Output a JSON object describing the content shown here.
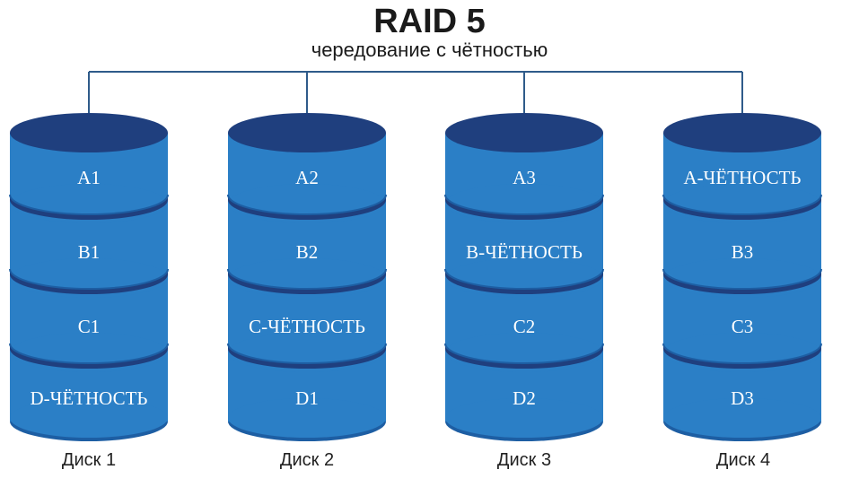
{
  "header": {
    "title": "RAID 5",
    "subtitle": "чередование с чётностью"
  },
  "colors": {
    "body": "#2b7fc6",
    "top": "#1f3f7e",
    "bottom": "#1d5ea3",
    "line": "#2f5b8a"
  },
  "disks": [
    {
      "caption": "Диск 1",
      "segments": [
        "A1",
        "B1",
        "C1",
        "D-ЧЁТНОСТЬ"
      ]
    },
    {
      "caption": "Диск 2",
      "segments": [
        "A2",
        "B2",
        "C-ЧЁТНОСТЬ",
        "D1"
      ]
    },
    {
      "caption": "Диск 3",
      "segments": [
        "A3",
        "B-ЧЁТНОСТЬ",
        "C2",
        "D2"
      ]
    },
    {
      "caption": "Диск 4",
      "segments": [
        "A-ЧЁТНОСТЬ",
        "B3",
        "C3",
        "D3"
      ]
    }
  ]
}
